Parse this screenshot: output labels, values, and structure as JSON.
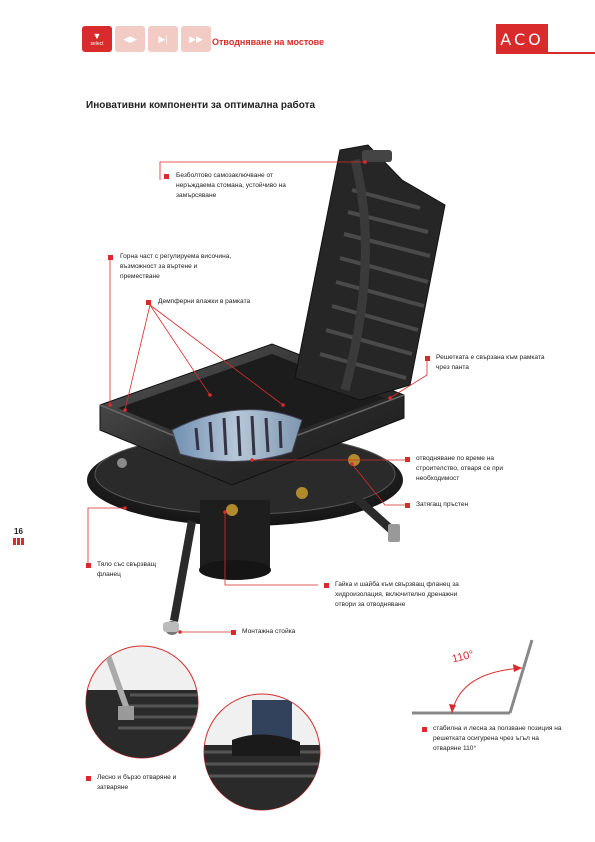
{
  "header": {
    "nav_buttons": [
      {
        "label": "select",
        "icon": "chevron-down-icon",
        "active": true
      },
      {
        "label": "",
        "icon": "play-icon",
        "active": false
      },
      {
        "label": "",
        "icon": "next-icon",
        "active": false
      },
      {
        "label": "",
        "icon": "fast-forward-icon",
        "active": false
      }
    ],
    "section_title": "Отводняване на мостове",
    "logo_text": "ACO",
    "accent_color": "#d92b2b"
  },
  "heading": "Иновативни компоненти за оптимална работа",
  "page_number": "16",
  "callouts": {
    "bolt_free": "Безболтово самозаключване от неръждаема стомана, устойчиво на замърсяване",
    "upper_part": "Горна част с регулируема височина, възможност за въртене и преместване",
    "damping": "Демпферни влажки в рамката",
    "hinge": "Решетката е свързана към рамката чрез панта",
    "drainage": "отводняване по време на строителство, отваря се при необходимост",
    "ring": "Затягащ пръстен",
    "body": "Тяло със свързващ фланец",
    "nut": "Гайка и шайба към свързващ фланец за хидроизолация, включително дренажни отвори за отводняване",
    "stand": "Монтажна стойка",
    "stable": "стабилна и лесна за ползване позиция на решетката осигурена чрез ъгъл на отваряне 110°",
    "easy_open": "Лесно и бързо отваряне и затваряне"
  },
  "angle_label": "110°"
}
